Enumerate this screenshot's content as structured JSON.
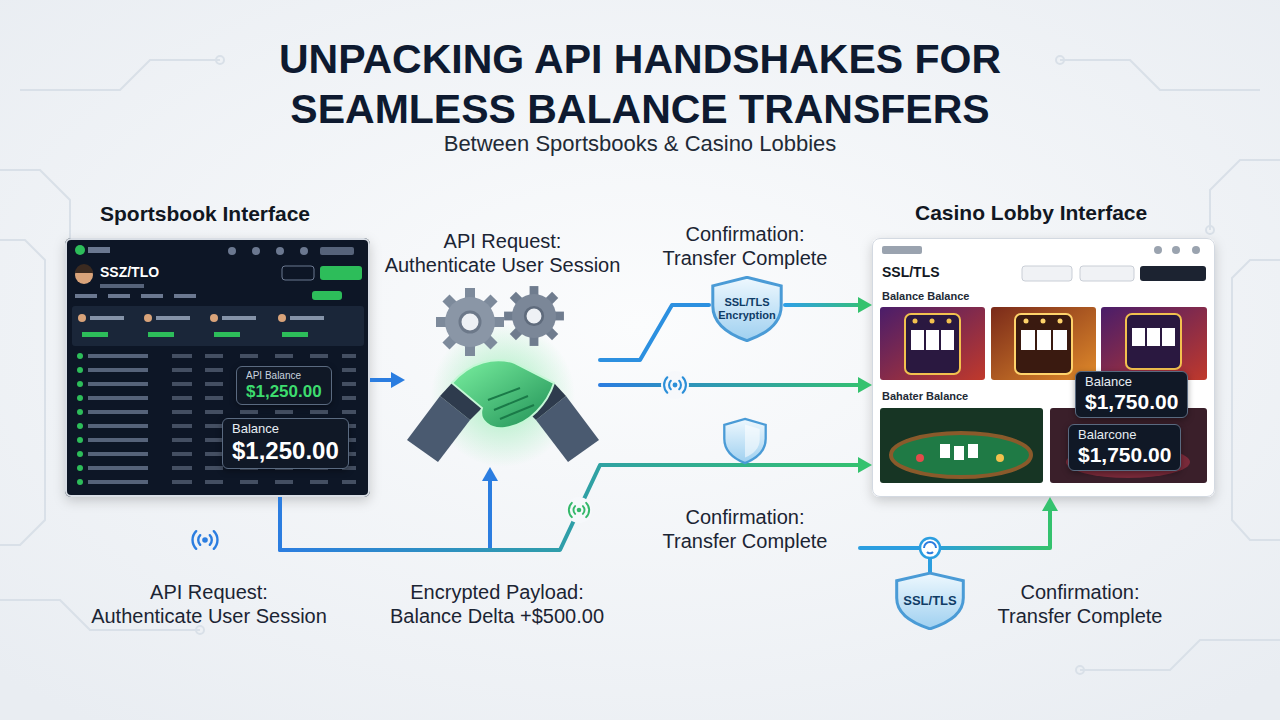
{
  "diagram": {
    "title": "UNPACKING API HANDSHAKES FOR SEAMLESS BALANCE TRANSFERS",
    "nodes": [
      {
        "text": [
          "Sportsbook Interface",
          "SSZ/TLO"
        ]
      },
      {
        "text": [
          "API Balance",
          "$1,250.00"
        ],
        "in": 0
      },
      {
        "text": [
          "Balance",
          "$1,250.00"
        ],
        "in": 0
      },
      {
        "text": [
          "API Request:",
          "Authenticate User Session"
        ]
      },
      {
        "text": [
          "SSL/TLS Encryption"
        ]
      },
      {
        "text": [
          "Casino Lobby Interface",
          "SSL/TLS",
          "Balance Balance",
          "Bahater Balance"
        ]
      },
      {
        "text": [
          "Balance",
          "$1,750.00"
        ],
        "in": 5
      },
      {
        "text": [
          "Balarcone",
          "$1,750.00"
        ],
        "in": 5
      },
      {
        "text": [
          "SSL/TLS"
        ]
      }
    ],
    "edges": [
      {
        "from": 0,
        "to": 3,
        "arrow": "to"
      },
      {
        "from": 3,
        "to": 4,
        "arrow": "none"
      },
      {
        "from": 4,
        "to": 5,
        "arrow": "to"
      },
      {
        "from": 3,
        "to": 5,
        "arrow": "to"
      },
      {
        "from": 0,
        "to": 3,
        "arrow": "to"
      },
      {
        "from": 0,
        "to": 5,
        "arrow": "to"
      },
      {
        "from": 8,
        "to": 5,
        "arrow": "to"
      }
    ],
    "labels": [
      "Between Sportsbooks & Casino Lobbies",
      "Confirmation:",
      "Transfer Complete",
      "Confirmation:",
      "Transfer Complete",
      "API Request:",
      "Authenticate User Session",
      "Encrypted Payload:",
      "Balance Delta +$500.00",
      "Confirmation:",
      "Transfer Complete"
    ]
  }
}
